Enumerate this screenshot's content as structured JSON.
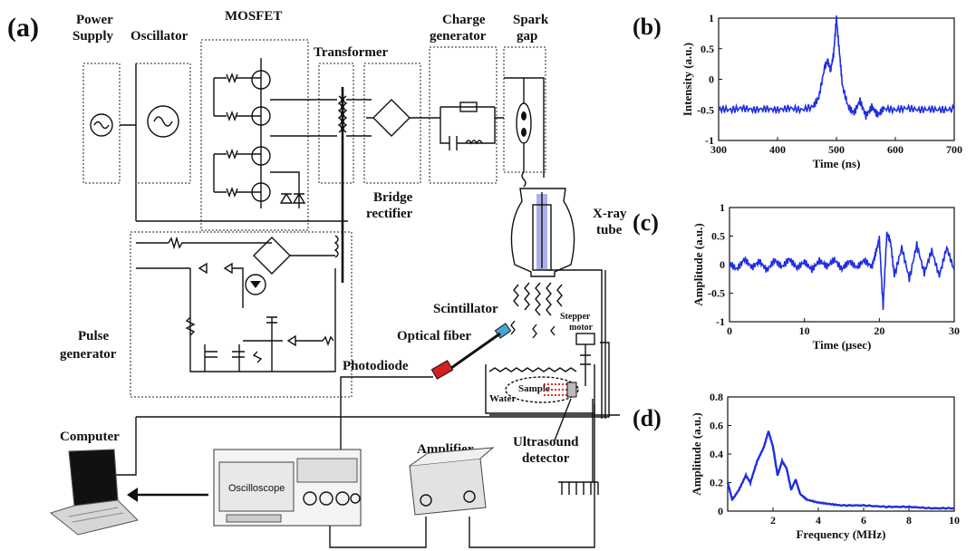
{
  "panels": {
    "a": "(a)",
    "b": "(b)",
    "c": "(c)",
    "d": "(d)"
  },
  "labels": {
    "power_supply_1": "Power",
    "power_supply_2": "Supply",
    "oscillator": "Oscillator",
    "mosfet": "MOSFET",
    "transformer": "Transformer",
    "charge_gen_1": "Charge",
    "charge_gen_2": "generator",
    "spark_1": "Spark",
    "spark_2": "gap",
    "bridge_1": "Bridge",
    "bridge_2": "rectifier",
    "xray_1": "X-ray",
    "xray_2": "tube",
    "scintillator": "Scintillator",
    "optical_fiber": "Optical fiber",
    "stepper_1": "Stepper",
    "stepper_2": "motor",
    "photodiode": "Photodiode",
    "pulse_gen_1": "Pulse",
    "pulse_gen_2": "generator",
    "sample": "Sample",
    "water": "Water",
    "computer": "Computer",
    "amplifier": "Amplifier",
    "oscilloscope": "Oscilloscope",
    "ultrasound_1": "Ultrasound",
    "ultrasound_2": "detector"
  },
  "colors": {
    "trace": "#1f2ee0",
    "line": "#111111",
    "tube_glow": "#6c6cd8",
    "sample": "#d93030",
    "photodiode": "#d42020"
  },
  "chart_data": [
    {
      "type": "line",
      "panel": "(b)",
      "xlabel": "Time (ns)",
      "ylabel": "Intensity (a.u.)",
      "xlim": [
        300,
        700
      ],
      "ylim": [
        -1,
        1
      ],
      "xticks": [
        "300",
        "400",
        "500",
        "600",
        "700"
      ],
      "yticks": [
        "1",
        "0.5",
        "0",
        "-0.5",
        "-1"
      ],
      "x": [
        300,
        320,
        340,
        360,
        380,
        400,
        420,
        440,
        460,
        470,
        480,
        485,
        490,
        495,
        500,
        505,
        510,
        520,
        530,
        540,
        550,
        560,
        570,
        580,
        600,
        620,
        640,
        660,
        680,
        700
      ],
      "y": [
        -0.48,
        -0.5,
        -0.47,
        -0.5,
        -0.48,
        -0.5,
        -0.47,
        -0.5,
        -0.45,
        -0.3,
        0.2,
        0.3,
        0.15,
        0.4,
        1.0,
        0.45,
        -0.1,
        -0.45,
        -0.55,
        -0.35,
        -0.6,
        -0.45,
        -0.58,
        -0.48,
        -0.5,
        -0.47,
        -0.5,
        -0.49,
        -0.5,
        -0.49
      ]
    },
    {
      "type": "line",
      "panel": "(c)",
      "xlabel": "Time (µsec)",
      "ylabel": "Amplitude (a.u.)",
      "xlim": [
        0,
        30
      ],
      "ylim": [
        -1,
        1
      ],
      "xticks": [
        "0",
        "10",
        "20",
        "30"
      ],
      "yticks": [
        "1",
        "0.5",
        "0",
        "-0.5",
        "-1"
      ],
      "x": [
        0,
        1,
        2,
        3,
        4,
        5,
        6,
        7,
        8,
        9,
        10,
        11,
        12,
        13,
        14,
        15,
        16,
        17,
        18,
        19,
        19.5,
        20,
        20.5,
        21,
        21.5,
        22,
        23,
        24,
        25,
        26,
        27,
        28,
        29,
        30
      ],
      "y": [
        0.02,
        -0.08,
        0.1,
        -0.05,
        0.06,
        -0.1,
        0.08,
        -0.04,
        0.1,
        -0.06,
        0.05,
        -0.09,
        0.07,
        -0.03,
        0.09,
        -0.08,
        0.06,
        -0.05,
        0.08,
        -0.04,
        0.2,
        0.45,
        -0.75,
        0.55,
        0.4,
        -0.2,
        0.3,
        -0.25,
        0.35,
        -0.15,
        0.25,
        -0.2,
        0.3,
        -0.1
      ]
    },
    {
      "type": "line",
      "panel": "(d)",
      "xlabel": "Frequency (MHz)",
      "ylabel": "Amplitude (a.u.)",
      "xlim": [
        0,
        10
      ],
      "ylim": [
        0,
        0.8
      ],
      "xticks": [
        "2",
        "4",
        "6",
        "8",
        "10"
      ],
      "yticks": [
        "0.8",
        "0.6",
        "0.4",
        "0.2",
        "0"
      ],
      "x": [
        0,
        0.2,
        0.5,
        0.8,
        1.0,
        1.3,
        1.6,
        1.8,
        2.0,
        2.2,
        2.4,
        2.6,
        2.8,
        3.0,
        3.2,
        3.5,
        4.0,
        4.5,
        5.0,
        6.0,
        7.0,
        8.0,
        9.0,
        10.0
      ],
      "y": [
        0.2,
        0.08,
        0.15,
        0.25,
        0.2,
        0.35,
        0.45,
        0.56,
        0.45,
        0.25,
        0.35,
        0.3,
        0.15,
        0.22,
        0.12,
        0.08,
        0.06,
        0.05,
        0.04,
        0.04,
        0.03,
        0.03,
        0.02,
        0.02
      ]
    }
  ]
}
